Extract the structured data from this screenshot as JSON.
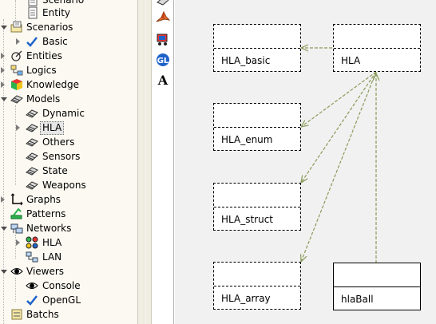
{
  "tree": {
    "scenario_partial": "Scenario",
    "entity": "Entity",
    "scenarios": "Scenarios",
    "basic": "Basic",
    "entities": "Entities",
    "logics": "Logics",
    "knowledge": "Knowledge",
    "models": "Models",
    "dynamic": "Dynamic",
    "hla": "HLA",
    "others": "Others",
    "sensors": "Sensors",
    "state": "State",
    "weapons": "Weapons",
    "graphs": "Graphs",
    "patterns": "Patterns",
    "networks": "Networks",
    "net_hla": "HLA",
    "lan": "LAN",
    "viewers": "Viewers",
    "console": "Console",
    "opengl": "OpenGL",
    "batchs": "Batchs"
  },
  "palette": {
    "text_tool": "A"
  },
  "diagram": {
    "hla_basic": "HLA_basic",
    "hla": "HLA",
    "hla_enum": "HLA_enum",
    "hla_struct": "HLA_struct",
    "hla_array": "HLA_array",
    "hlaball": "hlaBall"
  },
  "colors": {
    "edge": "#8a9a5a",
    "accent_blue": "#1f63c9",
    "selection": "#e6e6e6"
  }
}
